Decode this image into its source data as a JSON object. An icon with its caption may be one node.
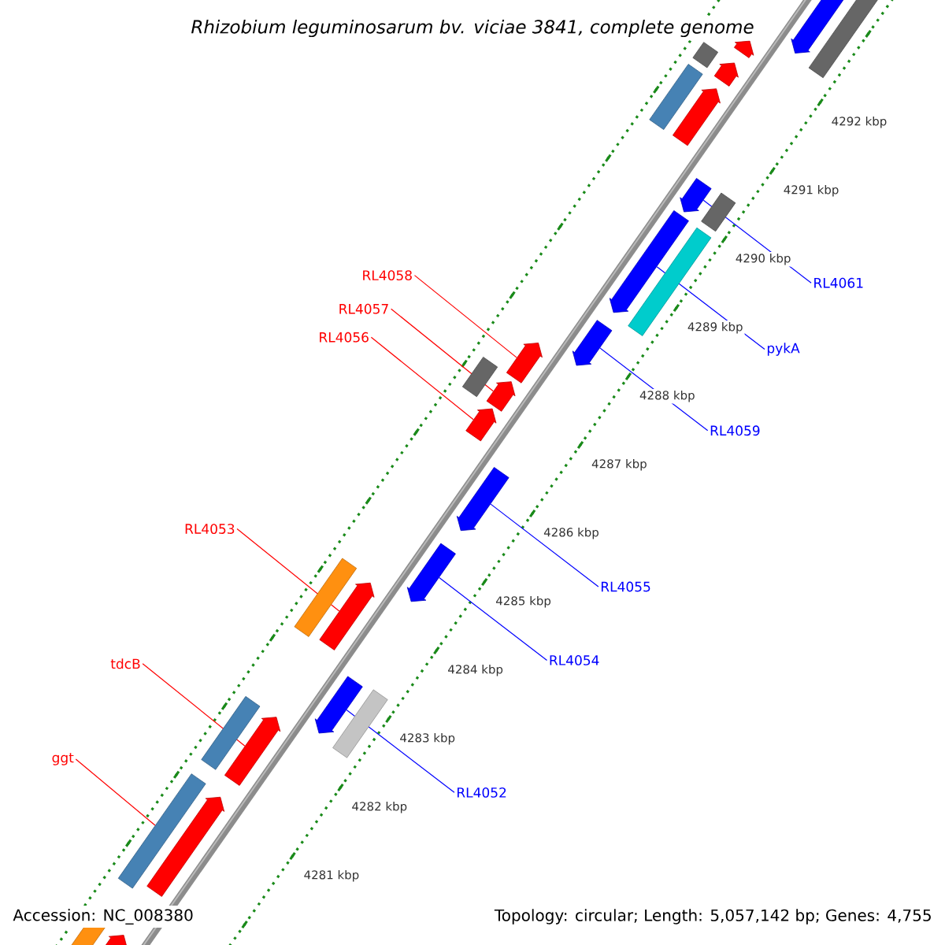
{
  "diagram": {
    "title": "Rhizobium leguminosarum bv. viciae 3841, complete genome",
    "nodes": [
      {
        "text": [
          "RL4058"
        ]
      },
      {
        "text": [
          "RL4061"
        ]
      },
      {
        "text": [
          "RL4057"
        ]
      },
      {
        "text": [
          "RL4056"
        ]
      },
      {
        "text": [
          "pykA"
        ]
      },
      {
        "text": [
          "RL4059"
        ]
      },
      {
        "text": [
          "RL4053"
        ]
      },
      {
        "text": [
          "RL4055"
        ]
      },
      {
        "text": [
          "RL4054"
        ]
      },
      {
        "text": [
          "tdcB"
        ]
      },
      {
        "text": [
          "RL4052"
        ]
      },
      {
        "text": [
          "ggt"
        ]
      },
      {
        "text": [],
        "shape": "arrow"
      },
      {
        "text": [],
        "shape": "arrow"
      },
      {
        "text": [],
        "shape": "arrow"
      },
      {
        "text": [],
        "shape": "arrow"
      },
      {
        "text": [],
        "shape": "arrow"
      },
      {
        "text": [],
        "shape": "arrow"
      },
      {
        "text": [],
        "shape": "arrow"
      },
      {
        "text": [],
        "shape": "arrow"
      },
      {
        "text": [],
        "shape": "arrow"
      },
      {
        "text": [],
        "shape": "arrow"
      },
      {
        "text": [],
        "shape": "arrow"
      },
      {
        "text": [],
        "shape": "bar"
      }
    ],
    "edges": [
      {
        "from": 0,
        "to": 15,
        "arrow": "none",
        "color": "#ff0000"
      },
      {
        "from": 1,
        "to": 12,
        "arrow": "none",
        "color": "#0000ff"
      },
      {
        "from": 2,
        "to": 16,
        "arrow": "none",
        "color": "#ff0000"
      },
      {
        "from": 3,
        "to": 17,
        "arrow": "none",
        "color": "#ff0000"
      },
      {
        "from": 4,
        "to": 13,
        "arrow": "none",
        "color": "#0000ff"
      },
      {
        "from": 5,
        "to": 14,
        "arrow": "none",
        "color": "#0000ff"
      },
      {
        "from": 6,
        "to": 20,
        "arrow": "none",
        "color": "#ff0000"
      },
      {
        "from": 7,
        "to": 18,
        "arrow": "none",
        "color": "#0000ff"
      },
      {
        "from": 8,
        "to": 19,
        "arrow": "none",
        "color": "#0000ff"
      },
      {
        "from": 9,
        "to": 22,
        "arrow": "none",
        "color": "#ff0000"
      },
      {
        "from": 10,
        "to": 21,
        "arrow": "none",
        "color": "#0000ff"
      },
      {
        "from": 11,
        "to": 23,
        "arrow": "none",
        "color": "#ff0000"
      }
    ],
    "labels": [
      "4292 kbp",
      "4291 kbp",
      "4290 kbp",
      "4289 kbp",
      "4288 kbp",
      "4287 kbp",
      "4286 kbp",
      "4285 kbp",
      "4284 kbp",
      "4283 kbp",
      "4282 kbp",
      "4281 kbp",
      "Accession: NC_008380",
      "Topology: circular; Length: 5,057,142 bp; Genes: 4,755"
    ]
  }
}
